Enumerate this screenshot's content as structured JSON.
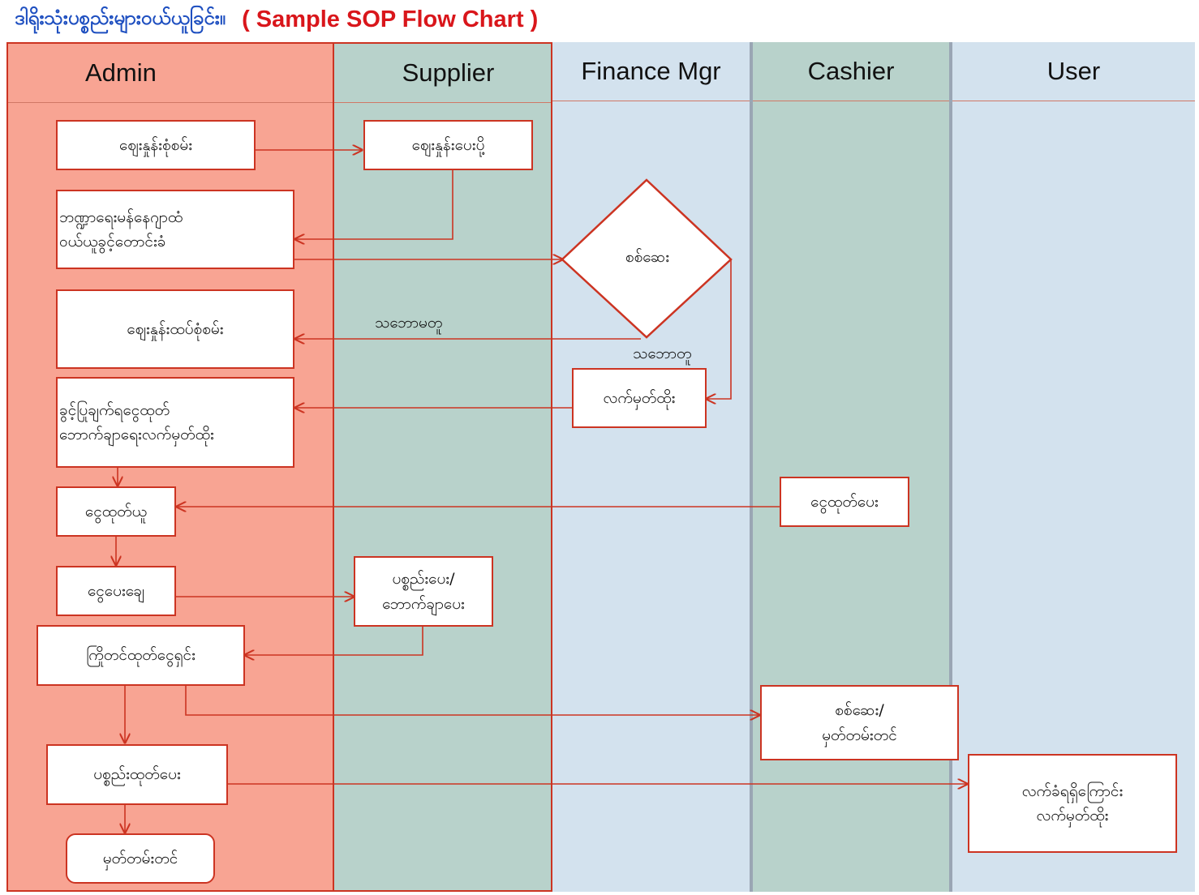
{
  "title": {
    "myanmar": "ဒါရိုးသုံးပစ္စည်းများဝယ်ယူခြင်း။",
    "english": "( Sample SOP Flow Chart )"
  },
  "lanes": [
    {
      "id": "admin",
      "label": "Admin"
    },
    {
      "id": "supplier",
      "label": "Supplier"
    },
    {
      "id": "finance",
      "label": "Finance Mgr"
    },
    {
      "id": "cashier",
      "label": "Cashier"
    },
    {
      "id": "user",
      "label": "User"
    }
  ],
  "nodes": {
    "price_inquiry": {
      "lane": "admin",
      "shape": "rect",
      "lines": [
        "ဈေးနှုန်းစုံစမ်း"
      ]
    },
    "send_quote": {
      "lane": "supplier",
      "shape": "rect",
      "lines": [
        "ဈေးနှုန်းပေးပို့"
      ]
    },
    "budget_request": {
      "lane": "admin",
      "shape": "rect",
      "lines": [
        "ဘဏ္ဍာရေးမန်နေဂျာထံ",
        "ဝယ်ယူခွင့်တောင်းခံ"
      ]
    },
    "review": {
      "lane": "finance",
      "shape": "diamond",
      "lines": [
        "စစ်ဆေး"
      ]
    },
    "requote": {
      "lane": "admin",
      "shape": "rect",
      "lines": [
        "ဈေးနှုန်းထပ်စုံစမ်း"
      ]
    },
    "sign_finance": {
      "lane": "finance",
      "shape": "rect",
      "lines": [
        "လက်မှတ်ထိုး"
      ]
    },
    "approval_sign": {
      "lane": "admin",
      "shape": "rect",
      "lines": [
        "ခွင့်ပြုချက်ရငွေထုတ်",
        "ဘောက်ချာရေးလက်မှတ်ထိုး"
      ]
    },
    "withdraw_cash": {
      "lane": "admin",
      "shape": "rect",
      "lines": [
        "ငွေထုတ်ယူ"
      ]
    },
    "give_cash": {
      "lane": "cashier",
      "shape": "rect",
      "lines": [
        "ငွေထုတ်ပေး"
      ]
    },
    "pay": {
      "lane": "admin",
      "shape": "rect",
      "lines": [
        "ငွေပေးချေ"
      ]
    },
    "deliver_goods": {
      "lane": "supplier",
      "shape": "rect",
      "lines": [
        "ပစ္စည်းပေး/",
        "ဘောက်ချာပေး"
      ]
    },
    "settle_advance": {
      "lane": "admin",
      "shape": "rect",
      "lines": [
        "ကြိုတင်ထုတ်ငွေရှင်း"
      ]
    },
    "check_record": {
      "lane": "cashier",
      "shape": "rect",
      "lines": [
        "စစ်ဆေး/",
        "မှတ်တမ်းတင်"
      ]
    },
    "issue_goods": {
      "lane": "admin",
      "shape": "rect",
      "lines": [
        "ပစ္စည်းထုတ်ပေး"
      ]
    },
    "user_sign": {
      "lane": "user",
      "shape": "rect",
      "lines": [
        "လက်ခံရရှိကြောင်း",
        "လက်မှတ်ထိုး"
      ]
    },
    "record": {
      "lane": "admin",
      "shape": "rounded",
      "lines": [
        "မှတ်တမ်းတင်"
      ]
    }
  },
  "edge_labels": {
    "not_approved": "သဘောမတူ",
    "approved": "သဘောတူ"
  },
  "colors": {
    "accent": "#cc3422",
    "admin_lane": "#f8a493",
    "teal_lane": "#b8d2cb",
    "blue_lane": "#d3e2ee",
    "title_blue": "#1e4fc0",
    "title_red": "#d9161b"
  }
}
